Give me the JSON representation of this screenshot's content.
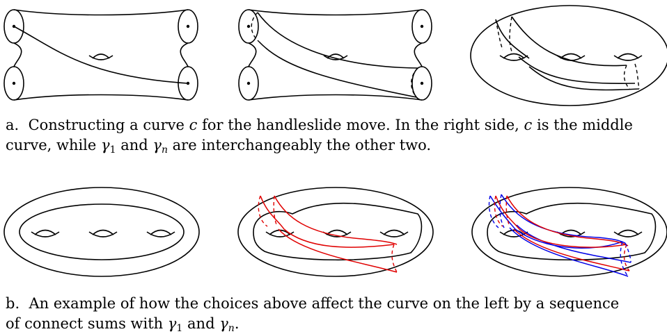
{
  "figure_a": {
    "caption": {
      "label": "a.",
      "t1": "Constructing a curve",
      "c1": "c",
      "t2": "for the handleslide move. In the right side,",
      "c2": "c",
      "t3": "is the middle",
      "t4": "curve, while",
      "g": "γ",
      "s1": "1",
      "t5": "and",
      "sn": "n",
      "t6": "are interchangeably the other two."
    }
  },
  "figure_b": {
    "caption": {
      "label": "b.",
      "t1": "An example of how the choices above affect the curve on the left by a sequence",
      "t2": "of connect sums with",
      "g": "γ",
      "s1": "1",
      "t3": "and",
      "sn": "n",
      "t4": "."
    }
  },
  "colors": {
    "line": "#000000",
    "red_curve": "#e00000",
    "blue_curve": "#0000e6"
  }
}
